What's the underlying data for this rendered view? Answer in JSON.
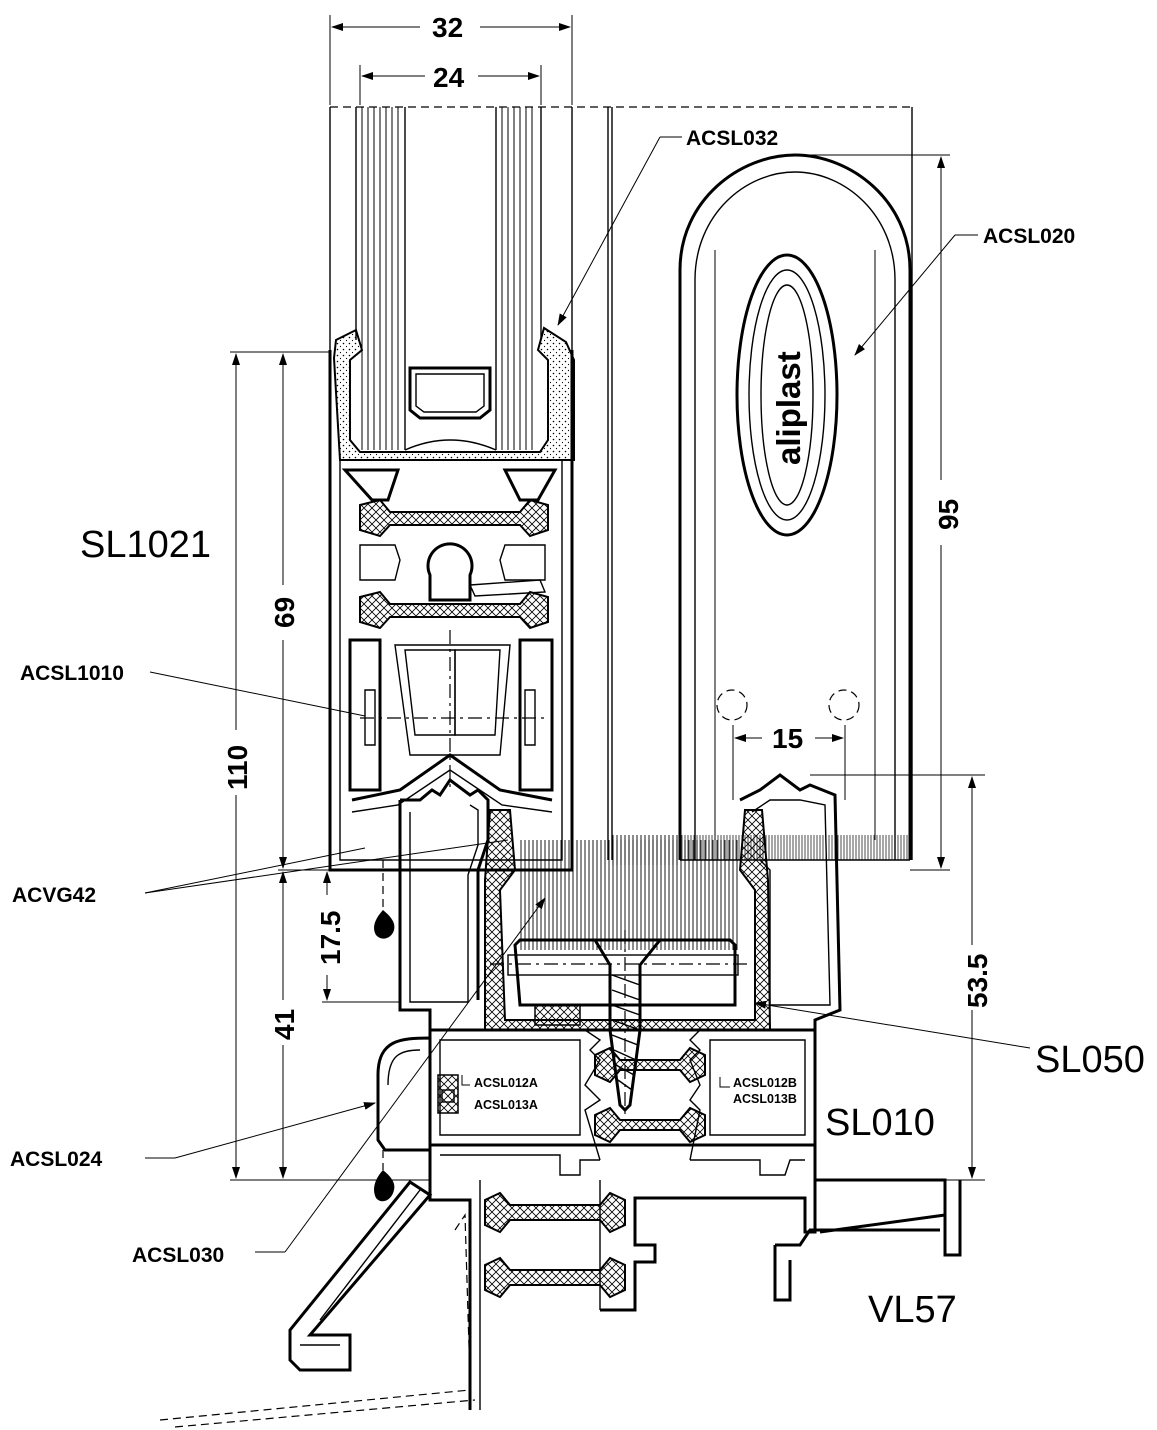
{
  "dimensions": {
    "d32": "32",
    "d24": "24",
    "d95": "95",
    "d69": "69",
    "d110": "110",
    "d15": "15",
    "d17_5": "17.5",
    "d41": "41",
    "d53_5": "53.5"
  },
  "labels": {
    "acsl032": "ACSL032",
    "acsl020": "ACSL020",
    "sl1021": "SL1021",
    "acsl1010": "ACSL1010",
    "acvg42": "ACVG42",
    "acsl024": "ACSL024",
    "acsl030": "ACSL030",
    "acsl012a": "ACSL012A",
    "acsl013a": "ACSL013A",
    "acsl012b": "ACSL012B",
    "acsl013b": "ACSL013B",
    "sl010": "SL010",
    "sl050": "SL050",
    "vl57": "VL57"
  },
  "logo": "aliplast"
}
